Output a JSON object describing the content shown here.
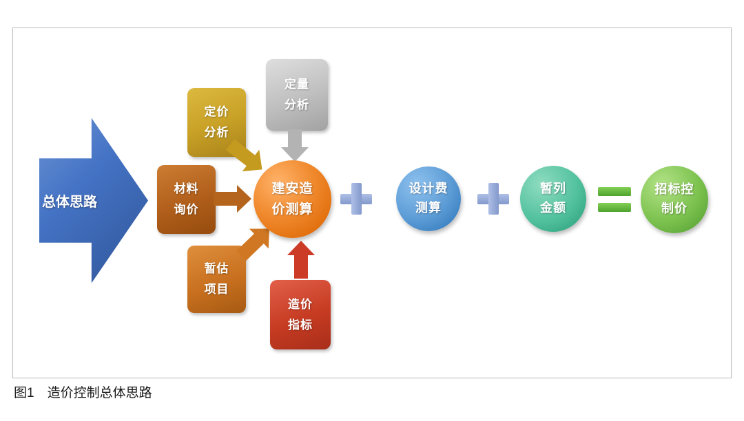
{
  "figure": {
    "caption": "图1　造价控制总体思路"
  },
  "diagram": {
    "main_arrow": {
      "label": "总体思路"
    },
    "input_boxes": [
      {
        "name": "quantitative-analysis",
        "line1": "定量",
        "line2": "分析"
      },
      {
        "name": "pricing-analysis",
        "line1": "定价",
        "line2": "分析"
      },
      {
        "name": "material-inquiry",
        "line1": "材料",
        "line2": "询价"
      },
      {
        "name": "provisional-items",
        "line1": "暂估",
        "line2": "项目"
      },
      {
        "name": "cost-index",
        "line1": "造价",
        "line2": "指标"
      }
    ],
    "center_node": {
      "name": "construction-cost-estimate",
      "line1": "建安造",
      "line2": "价测算"
    },
    "sum_nodes": [
      {
        "name": "design-fee-estimate",
        "line1": "设计费",
        "line2": "测算"
      },
      {
        "name": "provisional-sum",
        "line1": "暂列",
        "line2": "金额"
      }
    ],
    "result_node": {
      "name": "bid-control-price",
      "line1": "招标控",
      "line2": "制价"
    },
    "operators": {
      "plus": "+",
      "equals": "="
    },
    "colors": {
      "main_arrow_blue": "#3c6db8",
      "box_gray": "#bfbfbf",
      "box_gold": "#c9a227",
      "box_brown": "#b05e1a",
      "box_orange": "#c8701f",
      "box_red": "#c63b22",
      "center_orange": "#ed7d31",
      "circle_blue": "#5b9bd5",
      "circle_teal": "#52c19e",
      "circle_green": "#70ad47",
      "plus_blue": "#8faadc",
      "equals_green": "#5cb648",
      "arrow_gray": "#b3b3b3",
      "arrow_gold": "#c49a1f",
      "arrow_brown": "#b4641c",
      "arrow_orange": "#cf7722",
      "arrow_red": "#cc3b25"
    }
  }
}
